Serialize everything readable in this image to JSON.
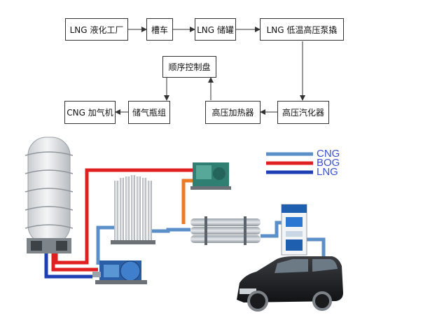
{
  "flow": {
    "lng_plant": "LNG 液化工厂",
    "tanker": "槽车",
    "storage_tank": "LNG 储罐",
    "low_pressure_pump": "LNG 低温高压泵撬",
    "sequence_panel": "顺序控制盘",
    "cng_dispenser": "CNG 加气机",
    "cylinder_bank": "储气瓶组",
    "hp_heater": "高压加热器",
    "hp_vaporizer": "高压汽化器"
  },
  "legend": [
    {
      "label": "CNG",
      "color": "#5b8fc8"
    },
    {
      "label": "BOG",
      "color": "#e02020"
    },
    {
      "label": "LNG",
      "color": "#1f3fb5"
    }
  ],
  "colors": {
    "cng_line": "#5b8fc8",
    "bog_line": "#e02020",
    "lng_line": "#1f3fb5",
    "orange_line": "#ee7b24"
  }
}
